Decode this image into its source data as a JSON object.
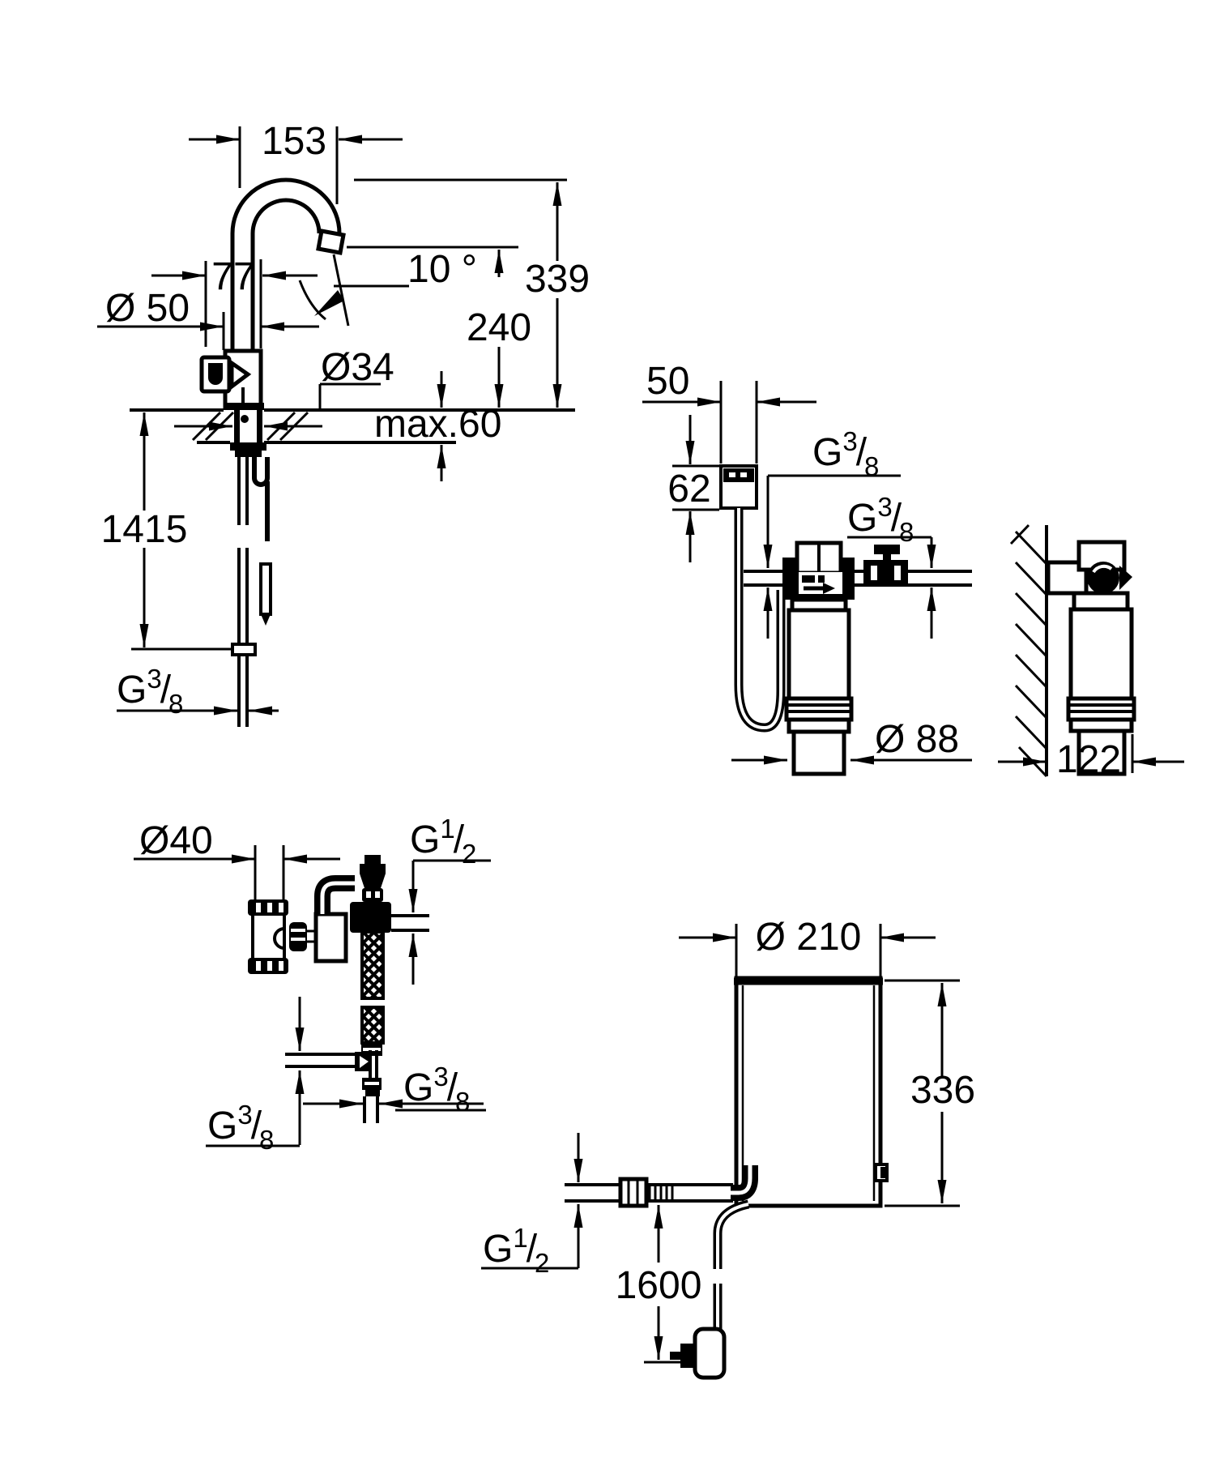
{
  "faucet": {
    "reach": "153",
    "body_width": "77",
    "base_dia": "Ø 50",
    "spout_angle": "10 °",
    "height_overall": "339",
    "height_outlet": "240",
    "hole_dia": "Ø34",
    "deck_max": "max.60",
    "supply_length": "1415",
    "thread": {
      "base": "G",
      "sup": "3",
      "slash": "/",
      "sub": "8"
    }
  },
  "filter": {
    "head_width": "50",
    "head_height": "62",
    "cartridge_dia": "Ø 88",
    "thread_inlet": {
      "base": "G",
      "sup": "3",
      "slash": "/",
      "sub": "8"
    },
    "thread_outlet": {
      "base": "G",
      "sup": "3",
      "slash": "/",
      "sub": "8"
    }
  },
  "filter_wall": {
    "depth": "122"
  },
  "valve": {
    "dia": "Ø40",
    "thread_top": {
      "base": "G",
      "sup": "1",
      "slash": "/",
      "sub": "2"
    },
    "thread_branch": {
      "base": "G",
      "sup": "3",
      "slash": "/",
      "sub": "8"
    },
    "thread_bottom": {
      "base": "G",
      "sup": "3",
      "slash": "/",
      "sub": "8"
    }
  },
  "boiler": {
    "dia": "Ø 210",
    "height": "336",
    "cord_length": "1600",
    "thread": {
      "base": "G",
      "sup": "1",
      "slash": "/",
      "sub": "2"
    }
  },
  "colors": {
    "ink": "#000000",
    "paper": "#ffffff"
  }
}
